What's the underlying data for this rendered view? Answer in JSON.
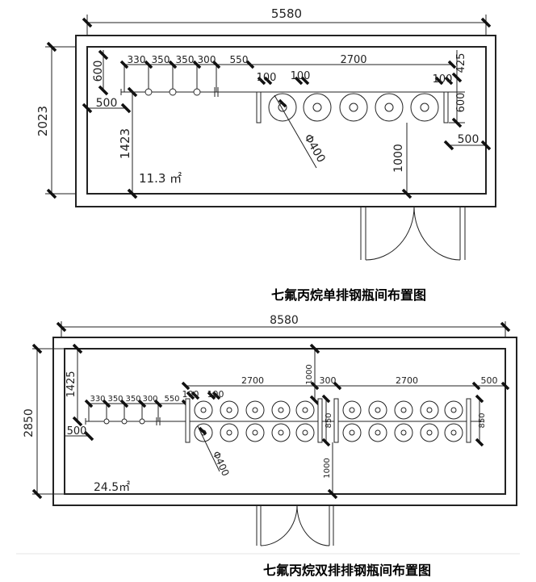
{
  "diagram1": {
    "caption": "七氟丙烷单排钢瓶间布置图",
    "overall_width": "5580",
    "overall_height": "2023",
    "left_600": "600",
    "left_500": "500",
    "left_1423": "1423",
    "pipe_dims": [
      "330",
      "350",
      "350",
      "300",
      "550"
    ],
    "span_2700": "2700",
    "d_100a": "100",
    "d_100b": "100",
    "d_100c": "100",
    "right_425": "425",
    "right_600": "600",
    "right_500": "500",
    "door_1000": "1000",
    "diameter": "Φ400",
    "area": "11.3 ㎡"
  },
  "diagram2": {
    "caption": "七氟丙烷双排排钢瓶间布置图",
    "overall_width": "8580",
    "overall_height": "2850",
    "left_1425": "1425",
    "left_500": "500",
    "pipe_dims": [
      "330",
      "350",
      "350",
      "300",
      "550"
    ],
    "span_2700a": "2700",
    "span_2700b": "2700",
    "d_100a": "100",
    "d_100b": "100",
    "top_1000": "1000",
    "mid_300": "300",
    "right_500": "500",
    "rack_850a": "850",
    "rack_850b": "850",
    "bottom_1000": "1000",
    "diameter": "Φ400",
    "area": "24.5㎡"
  }
}
